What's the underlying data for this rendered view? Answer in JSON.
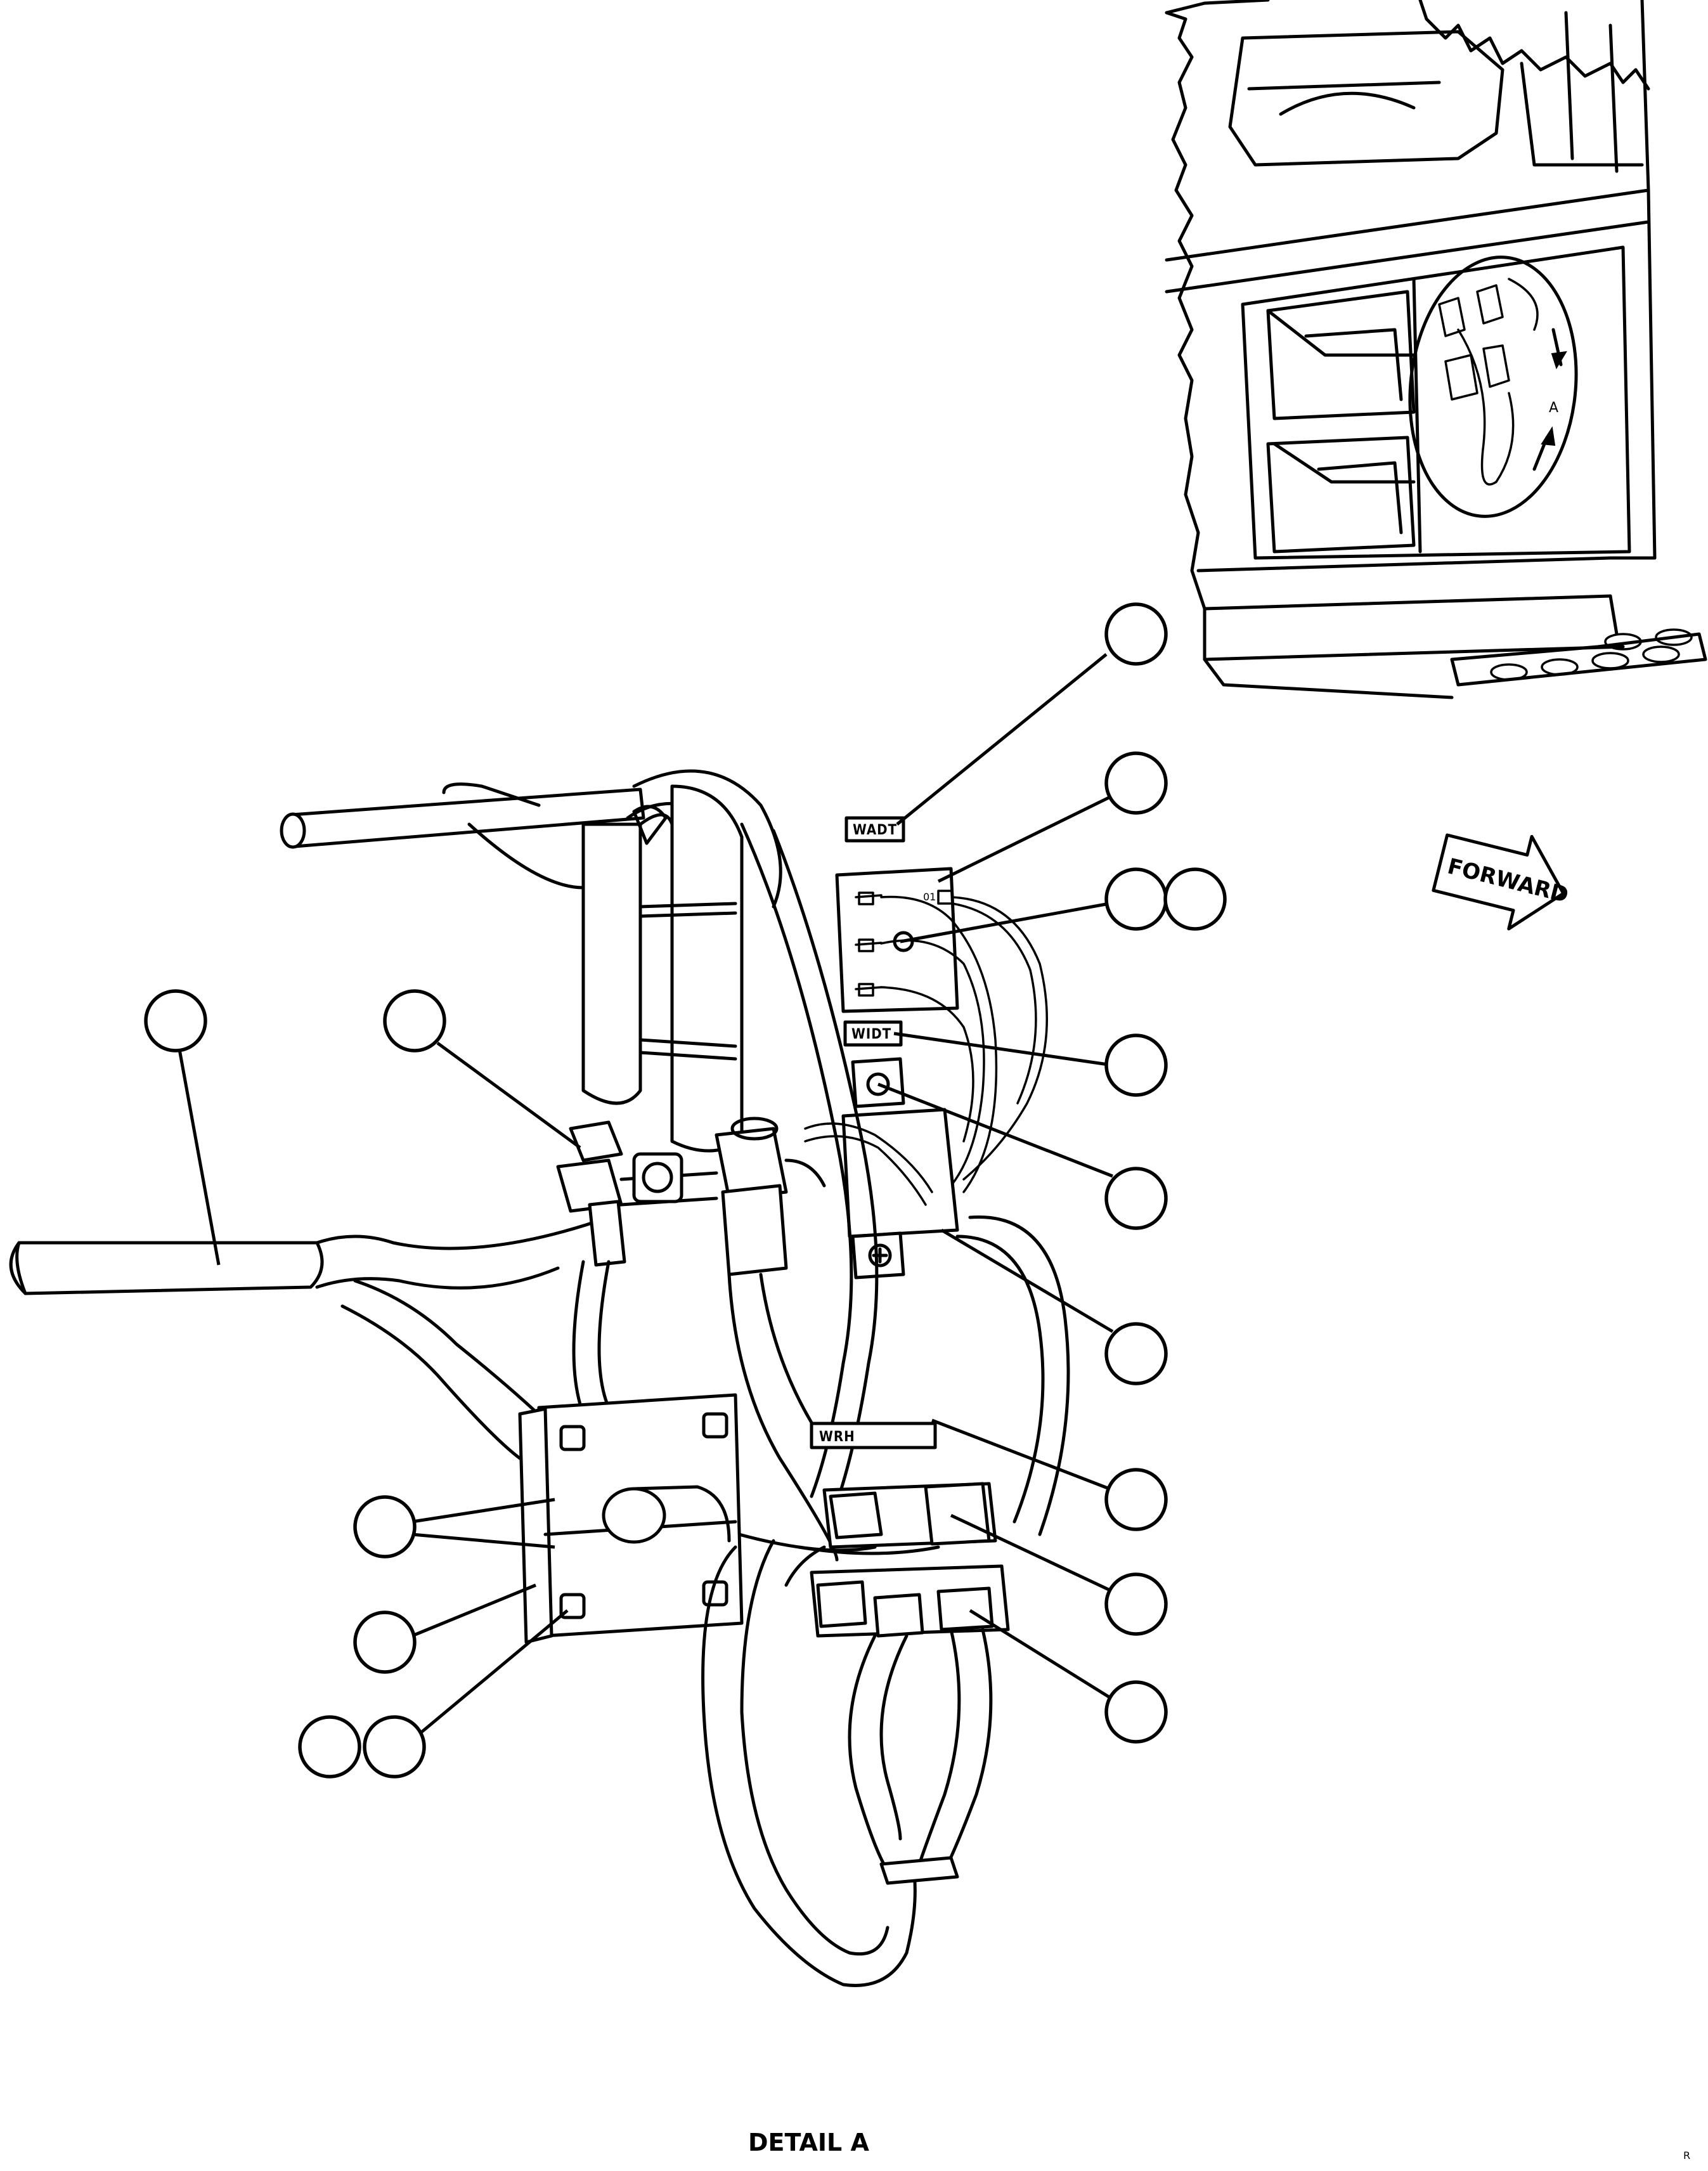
{
  "caption": "DETAIL A",
  "detail_letter": "A",
  "direction_label": "FORWARD",
  "tags": {
    "wadt": "WADT",
    "widt": "WIDT",
    "wrh": "WRH"
  },
  "small_marks": {
    "block_mark": "01",
    "figure_id": "R"
  },
  "callout_count": 16
}
